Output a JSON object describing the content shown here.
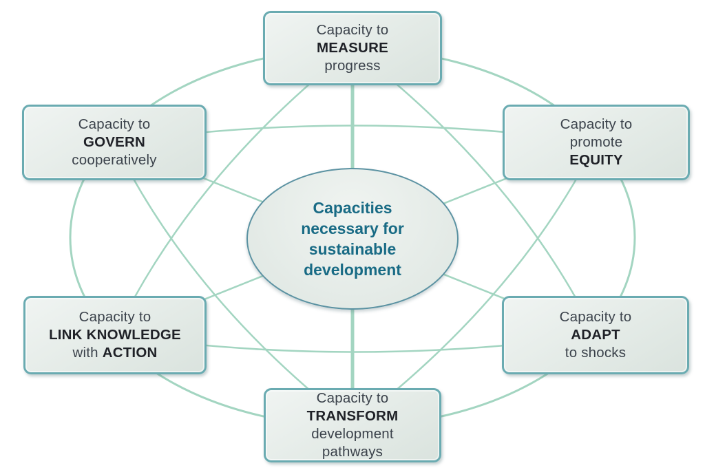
{
  "figure": {
    "title": "Capacities necessary for sustainable development",
    "center": {
      "line1": "Capacities",
      "line2": "necessary for",
      "line3": "sustainable",
      "line4": "development"
    },
    "nodes": {
      "measure": {
        "line1": "Capacity to",
        "line2_bold": "MEASURE",
        "line3": "progress"
      },
      "equity": {
        "line1": "Capacity to",
        "line2": "promote",
        "line3_bold": "EQUITY"
      },
      "adapt": {
        "line1": "Capacity to",
        "line2_bold": "ADAPT",
        "line3": "to shocks"
      },
      "transform": {
        "line1": "Capacity to",
        "line2_bold": "TRANSFORM",
        "line3": "development",
        "line4": "pathways"
      },
      "link": {
        "line1": "Capacity to",
        "line2_bold": "LINK KNOWLEDGE",
        "line3_pre": "with ",
        "line3_bold": "ACTION"
      },
      "govern": {
        "line1": "Capacity to",
        "line2_bold": "GOVERN",
        "line3": "cooperatively"
      }
    },
    "colors": {
      "background": "#ffffff",
      "connector_line": "#a3d5c1",
      "box_border": "#6aabb1",
      "box_fill": "#e4ebe7",
      "hub_border": "#5b92a2",
      "hub_fill": "#e3eae6",
      "hub_text": "#196b85",
      "body_text": "#3b424b",
      "bold_text": "#1f2127"
    }
  }
}
